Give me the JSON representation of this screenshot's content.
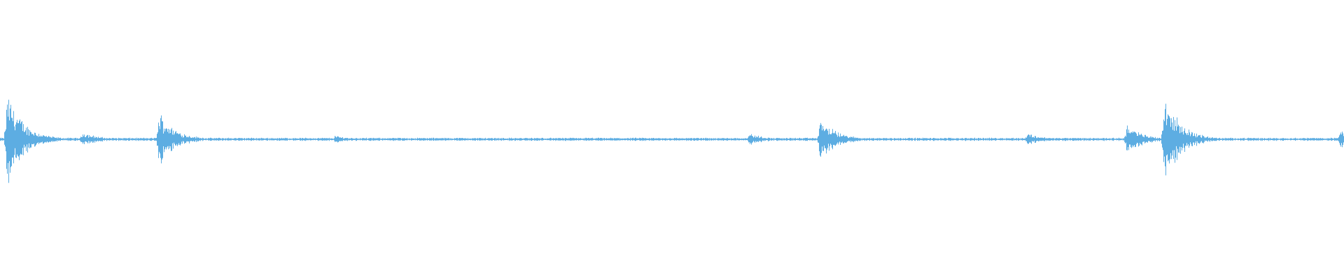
{
  "waveform": {
    "color": "#5DADE2",
    "background": "#ffffff",
    "bursts": [
      {
        "position": 0.005,
        "amplitude": 0.38
      },
      {
        "position": 0.061,
        "amplitude": 0.06
      },
      {
        "position": 0.118,
        "amplitude": 0.22
      },
      {
        "position": 0.249,
        "amplitude": 0.03
      },
      {
        "position": 0.557,
        "amplitude": 0.05
      },
      {
        "position": 0.61,
        "amplitude": 0.17
      },
      {
        "position": 0.764,
        "amplitude": 0.05
      },
      {
        "position": 0.838,
        "amplitude": 0.12
      },
      {
        "position": 0.866,
        "amplitude": 0.36
      },
      {
        "position": 0.997,
        "amplitude": 0.09
      }
    ],
    "baseline_amplitude": 0.012
  }
}
